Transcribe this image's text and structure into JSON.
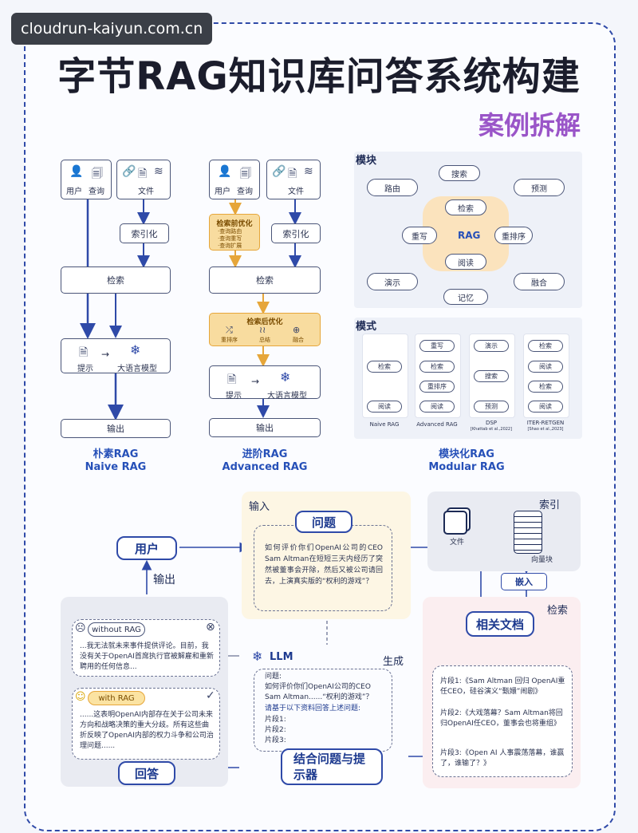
{
  "watermark": "cloudrun-kaiyun.com.cn",
  "title": "字节RAG知识库问答系统构建",
  "subtitle": "案例拆解",
  "naive": {
    "user": "用户",
    "query": "查询",
    "file": "文件",
    "index": "索引化",
    "retrieve": "检索",
    "prompt": "提示",
    "llm": "大语言模型",
    "output": "输出",
    "cap1": "朴素RAG",
    "cap2": "Naive RAG"
  },
  "advanced": {
    "user": "用户",
    "query": "查询",
    "file": "文件",
    "index": "索引化",
    "pre": "检索前优化",
    "pre_items": [
      "·查询路由",
      "·查询重写",
      "·查询扩展"
    ],
    "retrieve": "检索",
    "post": "检索后优化",
    "rerank": "重排序",
    "summary": "总结",
    "fusion": "融合",
    "prompt": "提示",
    "llm": "大语言模型",
    "output": "输出",
    "cap1": "进阶RAG",
    "cap2": "Advanced RAG"
  },
  "modular": {
    "module_label": "模块",
    "search": "搜索",
    "routing": "路由",
    "predict": "预测",
    "retrieve": "检索",
    "rewrite": "重写",
    "rag": "RAG",
    "rerank": "重排序",
    "read": "阅读",
    "demo": "演示",
    "fusion": "融合",
    "memory": "记忆",
    "pattern_label": "模式",
    "patterns": [
      {
        "name": "Naive RAG",
        "sub": "",
        "steps": [
          "检索",
          "阅读"
        ]
      },
      {
        "name": "Advanced RAG",
        "sub": "",
        "steps": [
          "重写",
          "检索",
          "重排序",
          "阅读"
        ]
      },
      {
        "name": "DSP",
        "sub": "[Khattab et al.,2022]",
        "steps": [
          "演示",
          "搜索",
          "预测"
        ]
      },
      {
        "name": "ITER-RETGEN",
        "sub": "[Shao et al.,2023]",
        "steps": [
          "检索",
          "阅读",
          "检索",
          "阅读"
        ]
      }
    ],
    "cap1": "模块化RAG",
    "cap2": "Modular RAG"
  },
  "flow": {
    "input_label": "输入",
    "question": "问题",
    "question_text": "如何评价你们OpenAI公司的CEO Sam Altman在短短三天内经历了突然被董事会开除，然后又被公司请回去，上演真实版的“权利的游戏”？",
    "index_label": "索引",
    "file_label": "文件",
    "vector_label": "向量块",
    "embed": "嵌入",
    "retrieve_label": "检索",
    "related_docs": "相关文档",
    "snippets": [
      "片段1:《Sam Altman 回归 OpenAI重任CEO，硅谷演义“甄嬛”闹剧》",
      "片段2:《大戏落幕？Sam Altman将回归OpenAI任CEO，董事会也将重组》",
      "片段3:《Open AI 人事震荡落幕，谁赢了，谁输了？》"
    ],
    "user": "用户",
    "output_label": "输出",
    "without_rag": "without RAG",
    "without_text": "...我无法就未来事件提供评论。目前，我没有关于OpenAI首席执行官被解雇和重新聘用的任何信息...",
    "with_rag": "with RAG",
    "with_text": "......这表明OpenAI内部存在关于公司未来方向和战略决策的重大分歧。所有这些曲折反映了OpenAI内部的权力斗争和公司治理问题......",
    "llm": "LLM",
    "gen_label": "生成",
    "prompt_q": "问题:",
    "prompt_q_text": "如何评价你们OpenAI公司的CEO Sam Altman......“权利的游戏”？",
    "prompt_instr": "请基于以下资料回答上述问题:",
    "prompt_slots": [
      "片段1:",
      "片段2:",
      "片段3:"
    ],
    "combine": "结合问题与提示器",
    "answer": "回答"
  }
}
